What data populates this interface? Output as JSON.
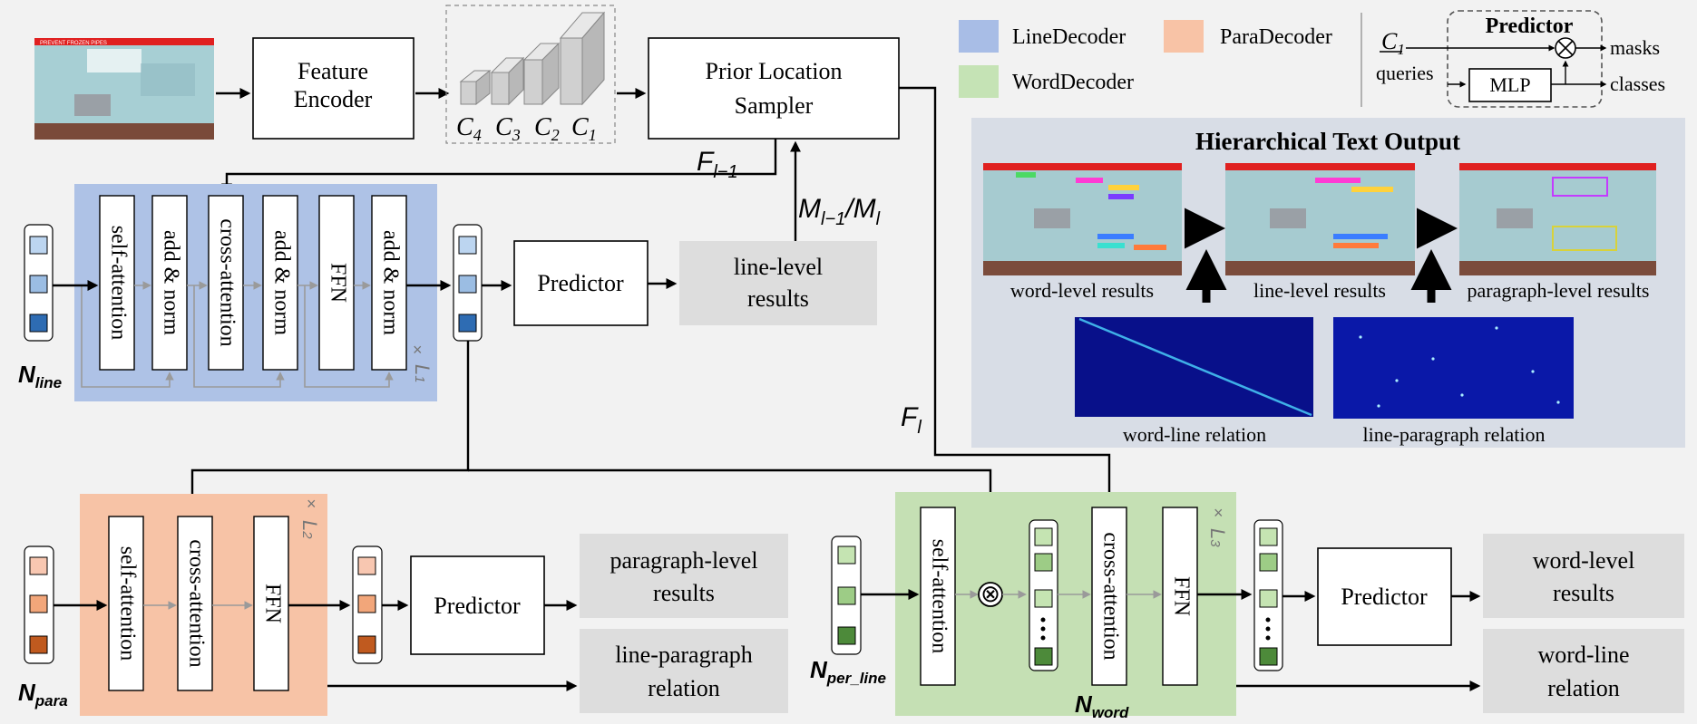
{
  "encoder": {
    "label_line1": "Feature",
    "label_line2": "Encoder"
  },
  "features": {
    "c4": "C",
    "c4_sub": "4",
    "c3": "C",
    "c3_sub": "3",
    "c2": "C",
    "c2_sub": "2",
    "c1": "C",
    "c1_sub": "1"
  },
  "sampler": {
    "label_line1": "Prior Location",
    "label_line2": "Sampler"
  },
  "signals": {
    "f_prev": "F",
    "f_prev_sub": "l−1",
    "m_pair": "M",
    "m_pair_sub1": "l−1",
    "m_pair_slash": "/M",
    "m_pair_sub2": "l",
    "f_cur": "F",
    "f_cur_sub": "l"
  },
  "legend": {
    "line": "LineDecoder",
    "para": "ParaDecoder",
    "word": "WordDecoder"
  },
  "colors": {
    "line": "#aec2e6",
    "para": "#f7c3a6",
    "word": "#c5e0b4",
    "legend_line": "#a8bde6",
    "legend_para": "#f8c3a6",
    "legend_word": "#c5e3b5",
    "results": "#dddddd",
    "panel": "#d8dde6",
    "q_line": [
      "#bcd5f0",
      "#9bbde3",
      "#2e6cb3"
    ],
    "q_para": [
      "#f8c7b1",
      "#f2a67a",
      "#c05a1f"
    ],
    "q_word": [
      "#c5e4b2",
      "#9dcc86",
      "#4d8a3a"
    ]
  },
  "predictor_detail": {
    "title": "Predictor",
    "c1": "C",
    "c1_sub": "1",
    "queries": "queries",
    "mlp": "MLP",
    "masks": "masks",
    "classes": "classes"
  },
  "hierarchy": {
    "title": "Hierarchical Text Output",
    "word_results": "word-level results",
    "line_results": "line-level results",
    "para_results": "paragraph-level results",
    "word_line_relation": "word-line relation",
    "line_para_relation": "line-paragraph relation"
  },
  "thumbnail": {
    "banner": "PREVENT FROZEN PIPES"
  },
  "line_decoder": {
    "blocks": [
      "self-attention",
      "add & norm",
      "cross-attention",
      "add & norm",
      "FFN",
      "add & norm"
    ],
    "repeat_times": "×",
    "repeat_var": "L",
    "repeat_sub": "1",
    "queries": "N",
    "queries_sub": "line",
    "predictor": "Predictor",
    "results_line1": "line-level",
    "results_line2": "results"
  },
  "para_decoder": {
    "blocks": [
      "self-attention",
      "cross-attention",
      "FFN"
    ],
    "repeat_times": "×",
    "repeat_var": "L",
    "repeat_sub": "2",
    "queries": "N",
    "queries_sub": "para",
    "predictor": "Predictor",
    "results_line1": "paragraph-level",
    "results_line2": "results",
    "relation_line1": "line-paragraph",
    "relation_line2": "relation"
  },
  "word_decoder": {
    "blocks": [
      "self-attention",
      "cross-attention",
      "FFN"
    ],
    "repeat_times": "×",
    "repeat_var": "L",
    "repeat_sub": "3",
    "queries": "N",
    "queries_sub": "per_line",
    "combined": "N",
    "combined_sub": "word",
    "multiply": "⊗",
    "predictor": "Predictor",
    "results_line1": "word-level",
    "results_line2": "results",
    "relation_line1": "word-line",
    "relation_line2": "relation"
  }
}
